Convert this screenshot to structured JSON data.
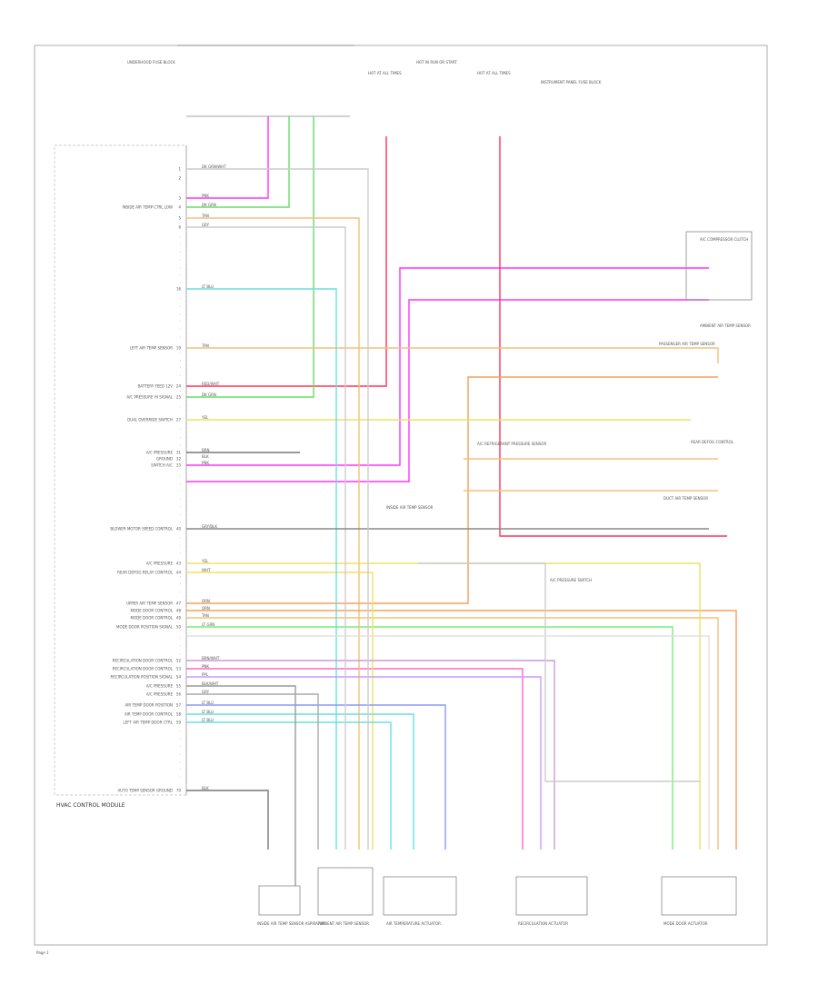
{
  "diagram": {
    "module_title": "HVAC CONTROL MODULE",
    "page_number": "Page 1",
    "top_labels": {
      "left": "HOT AT ALL TIMES",
      "center": "HOT IN RUN OR START",
      "right": "HOT AT ALL TIMES",
      "top_left_block": "UNDERHOOD FUSE BLOCK",
      "top_right_block": "INSTRUMENT PANEL FUSE BLOCK"
    },
    "module_pins": [
      {
        "pin": "1",
        "label": "",
        "wire": "DK GRN/WHT",
        "color": "#ff33ff"
      },
      {
        "pin": "2",
        "label": "",
        "wire": "",
        "color": ""
      },
      {
        "pin": "3",
        "label": "",
        "wire": "PNK",
        "color": "#ff33ff"
      },
      {
        "pin": "4",
        "label": "INSIDE AIR TEMP CTRL LOW",
        "wire": "DK GRN",
        "color": "#66dd66"
      },
      {
        "pin": "5",
        "label": "",
        "wire": "TAN",
        "color": "#f2c27a"
      },
      {
        "pin": "6",
        "label": "",
        "wire": "GRY",
        "color": "#aaaaaa"
      },
      {
        "pin": "16",
        "label": "",
        "wire": "LT BLU",
        "color": "#66e0e0"
      },
      {
        "pin": "19",
        "label": "LEFT AIR TEMP SENSOR",
        "wire": "TAN",
        "color": "#f2c27a"
      },
      {
        "pin": "24",
        "label": "BATTERY FEED 12V",
        "wire": "RED/WHT",
        "color": "#ff3355"
      },
      {
        "pin": "25",
        "label": "A/C PRESSURE HI SIGNAL",
        "wire": "DK GRN",
        "color": "#66dd66"
      },
      {
        "pin": "27",
        "label": "DUAL OVERRIDE SWITCH",
        "wire": "YEL",
        "color": "#f0e060"
      },
      {
        "pin": "31",
        "label": "A/C PRESSURE",
        "wire": "BRN",
        "color": "#bb9966"
      },
      {
        "pin": "32",
        "label": "GROUND",
        "wire": "BLK",
        "color": "#777777"
      },
      {
        "pin": "33",
        "label": "SWITCH A/C",
        "wire": "PNK",
        "color": "#ff33ff"
      },
      {
        "pin": "40",
        "label": "BLOWER MOTOR SPEED CONTROL",
        "wire": "GRY/BLK",
        "color": "#888888"
      },
      {
        "pin": "43",
        "label": "A/C PRESSURE",
        "wire": "YEL",
        "color": "#f0e060"
      },
      {
        "pin": "44",
        "label": "REAR DEFOG RELAY CONTROL",
        "wire": "WHT",
        "color": "#cccccc"
      },
      {
        "pin": "47",
        "label": "UPPER AIR TEMP SENSOR",
        "wire": "ORN",
        "color": "#f5a05a"
      },
      {
        "pin": "48",
        "label": "MODE DOOR CONTROL",
        "wire": "ORN",
        "color": "#f5a05a"
      },
      {
        "pin": "49",
        "label": "MODE DOOR CONTROL",
        "wire": "TAN",
        "color": "#f2c27a"
      },
      {
        "pin": "50",
        "label": "MODE DOOR POSITION SIGNAL",
        "wire": "LT GRN",
        "color": "#77ee77"
      },
      {
        "pin": "52",
        "label": "RECIRCULATION DOOR CONTROL",
        "wire": "BRN/WHT",
        "color": "#cc99dd"
      },
      {
        "pin": "53",
        "label": "RECIRCULATION DOOR CONTROL",
        "wire": "PNK",
        "color": "#ff66cc"
      },
      {
        "pin": "54",
        "label": "RECIRCULATION POSITION SIGNAL",
        "wire": "PPL",
        "color": "#cc99ff"
      },
      {
        "pin": "55",
        "label": "A/C PRESSURE",
        "wire": "BLK/WHT",
        "color": "#999999"
      },
      {
        "pin": "56",
        "label": "A/C PRESSURE",
        "wire": "GRY",
        "color": "#aaaaaa"
      },
      {
        "pin": "57",
        "label": "AIR TEMP DOOR POSITION",
        "wire": "LT BLU",
        "color": "#8899ff"
      },
      {
        "pin": "58",
        "label": "AIR TEMP DOOR CONTROL",
        "wire": "LT BLU",
        "color": "#66e0e0"
      },
      {
        "pin": "59",
        "label": "LEFT AIR TEMP DOOR CTRL",
        "wire": "LT BLU",
        "color": "#66e0e0"
      },
      {
        "pin": "70",
        "label": "AUTO TEMP SENSOR GROUND",
        "wire": "BLK",
        "color": "#777777"
      }
    ],
    "right_components": [
      "A/C COMPRESSOR CLUTCH",
      "AMBIENT AIR TEMP SENSOR",
      "PASSENGER AIR TEMP SENSOR",
      "REAR DEFOG CONTROL",
      "DUCT AIR TEMP SENSOR"
    ],
    "mid_labels": [
      "A/C REFRIGERANT PRESSURE SENSOR",
      "INSIDE AIR TEMP SENSOR",
      "A/C PRESSURE SWITCH"
    ],
    "bottom_components": [
      "INSIDE AIR TEMP SENSOR ASPIRATOR",
      "AMBIENT AIR TEMP SENSOR",
      "AIR TEMPERATURE ACTUATOR",
      "RECIRCULATION ACTUATOR",
      "MODE DOOR ACTUATOR"
    ],
    "colors": {
      "magenta": "#ff33ff",
      "red": "#ff3355",
      "green": "#66dd66",
      "orange": "#f5a05a",
      "tan": "#f2c27a",
      "yellow": "#f0e060",
      "cyan": "#66e0e0",
      "blue": "#8899ff",
      "gray": "#aaaaaa"
    }
  }
}
